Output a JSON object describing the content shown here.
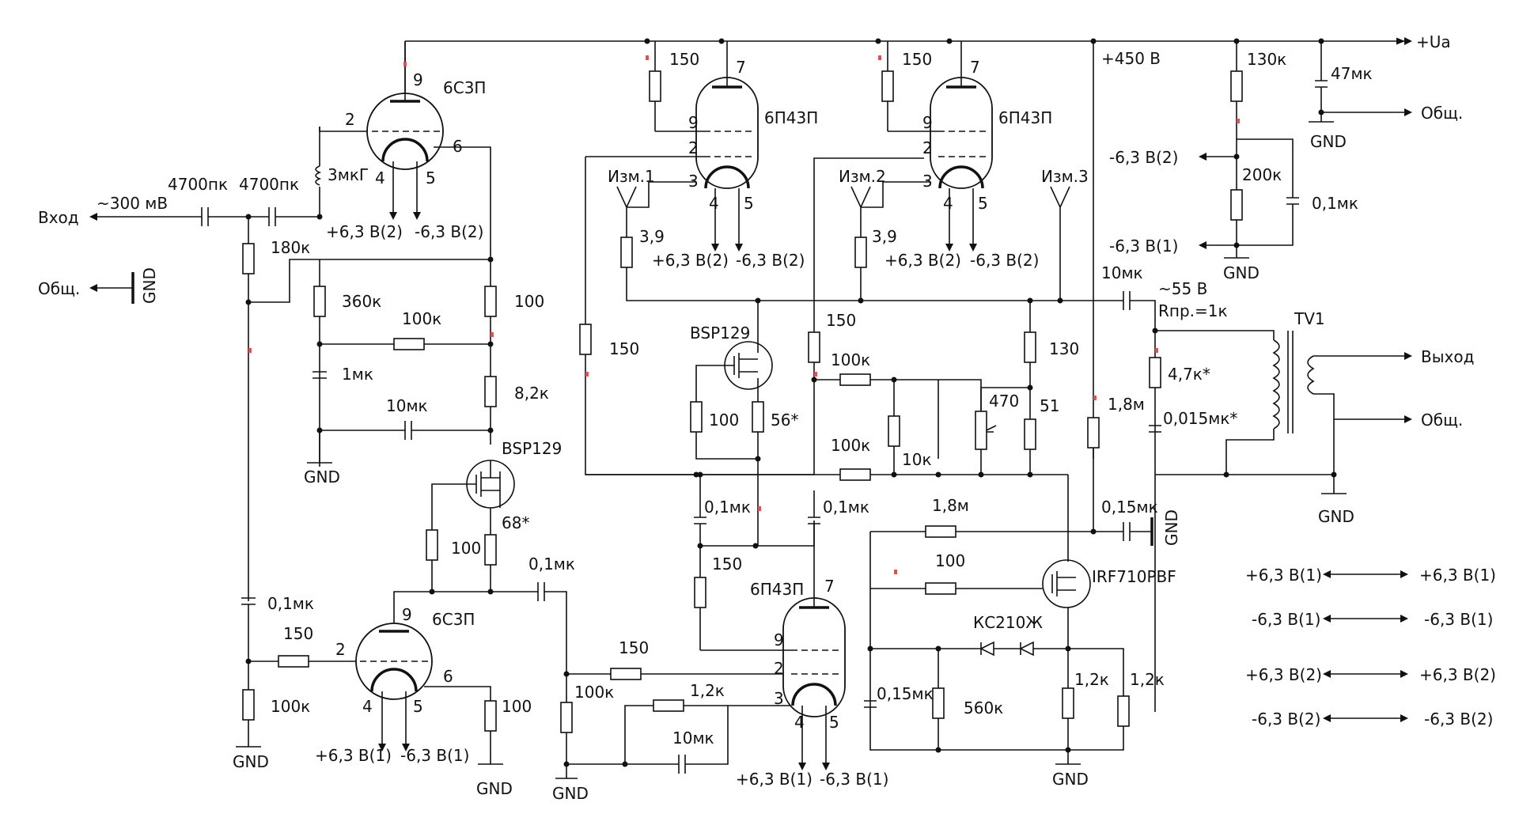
{
  "diagram": {
    "supply": {
      "plate": "+Ua",
      "b_plus": "+450 В",
      "gnd_out": "Общ.",
      "gnd": "GND"
    },
    "input": {
      "label": "Вход",
      "level": "~300 мВ",
      "common": "Общ.",
      "gnd": "GND"
    },
    "output": {
      "transformer": "TV1",
      "out": "Выход",
      "common": "Общ.",
      "gnd": "GND"
    },
    "tubes": {
      "v1": {
        "type": "6С3П",
        "p9": "9",
        "p2": "2",
        "p6": "6",
        "p4": "4",
        "p5": "5",
        "h1": "+6,3 В(2)",
        "h2": "-6,3 В(2)"
      },
      "v2": {
        "type": "6С3П",
        "p9": "9",
        "p2": "2",
        "p6": "6",
        "p4": "4",
        "p5": "5",
        "h1": "+6,3 В(1)",
        "h2": "-6,3 В(1)"
      },
      "v3": {
        "type": "6П43П",
        "p7": "7",
        "p9": "9",
        "p2": "2",
        "p3": "3",
        "p4": "4",
        "p5": "5",
        "h1": "+6,3 В(2)",
        "h2": "-6,3 В(2)"
      },
      "v4": {
        "type": "6П43П",
        "p7": "7",
        "p9": "9",
        "p2": "2",
        "p3": "3",
        "p4": "4",
        "p5": "5",
        "h1": "+6,3 В(2)",
        "h2": "-6,3 В(2)"
      },
      "v5": {
        "type": "6П43П",
        "p7": "7",
        "p9": "9",
        "p2": "2",
        "p3": "3",
        "p4": "4",
        "p5": "5",
        "h1": "+6,3 В(1)",
        "h2": "-6,3 В(1)"
      }
    },
    "probes": {
      "m1": "Изм.1",
      "m2": "Изм.2",
      "m3": "Изм.3"
    },
    "transistors": {
      "q1": "BSP129",
      "q2": "BSP129",
      "q3": "IRF710PBF",
      "zener": "КС210Ж"
    },
    "components": {
      "c_in1": "4700пк",
      "c_in2": "4700пк",
      "l1": "3мкГ",
      "r_180k": "180к",
      "r_360k": "360к",
      "r_100k_a": "100к",
      "r_100_a": "100",
      "c_1mk": "1мк",
      "r_82k": "8,2к",
      "c_10mk_a": "10мк",
      "c_01_a": "0,1мк",
      "r_150_a": "150",
      "r_100k_b": "100к",
      "r_100_b": "100",
      "r_68": "68*",
      "c_01_b": "0,1мк",
      "r_100_c": "100",
      "r_150_b": "150",
      "r_100k_c": "100к",
      "r_12k_a": "1,2к",
      "c_10mk_b": "10мк",
      "r_150_c": "150",
      "r_150_d": "150",
      "r_39_a": "3,9",
      "r_39_b": "3,9",
      "r_150_e": "150",
      "r_150_f": "150",
      "r_100_d": "100",
      "r_56": "56*",
      "c_01_c": "0,1мк",
      "c_01_d": "0,1мк",
      "r_150_g": "150",
      "r_100k_d": "100к",
      "r_100k_e": "100к",
      "r_10k": "10к",
      "r_470": "470",
      "r_130": "130",
      "r_51": "51",
      "r_18m_a": "1,8м",
      "r_18m_b": "1,8м",
      "c_015_a": "0,15мк",
      "r_100_e": "100",
      "c_015_b": "0,15мк",
      "r_560k": "560к",
      "r_12k_b": "1,2к",
      "r_12k_c": "1,2к",
      "c_10mk_c": "10мк",
      "v_out": "~55 В",
      "r_pr": "Rпр.=1к",
      "r_47k": "4,7к*",
      "c_0015": "0,015мк*",
      "r_130k": "130к",
      "c_47mk": "47мк",
      "r_200k": "200к",
      "c_01_e": "0,1мк",
      "h_neg2": "-6,3 В(2)",
      "h_neg1": "-6,3 В(1)"
    },
    "legend": [
      {
        "left": "+6,3 В(1)",
        "right": "+6,3 В(1)"
      },
      {
        "left": "-6,3 В(1)",
        "right": "-6,3 В(1)"
      },
      {
        "left": "+6,3 В(2)",
        "right": "+6,3 В(2)"
      },
      {
        "left": "-6,3 В(2)",
        "right": "-6,3 В(2)"
      }
    ]
  }
}
